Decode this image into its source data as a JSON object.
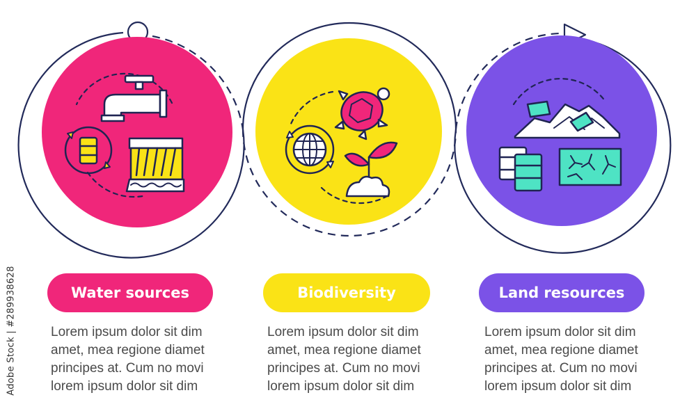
{
  "colors": {
    "water": "#f0267a",
    "biodiversity": "#fae316",
    "land": "#7b52e7",
    "outline": "#222a5a",
    "body_text": "#4a4a4a"
  },
  "steps": [
    {
      "label": "Water sources",
      "icon": "water-sources-icon",
      "color": "#f0267a",
      "text_color": "#ffffff",
      "lines": [
        "Lorem ipsum dolor sit dim",
        "amet, mea regione diamet",
        "principes at. Cum no movi",
        "lorem ipsum dolor sit dim"
      ]
    },
    {
      "label": "Biodiversity",
      "icon": "biodiversity-icon",
      "color": "#fae316",
      "text_color": "#ffffff",
      "lines": [
        "Lorem ipsum dolor sit dim",
        "amet, mea regione diamet",
        "principes at. Cum no movi",
        "lorem ipsum dolor sit dim"
      ]
    },
    {
      "label": "Land resources",
      "icon": "land-resources-icon",
      "color": "#7b52e7",
      "text_color": "#ffffff",
      "lines": [
        "Lorem ipsum dolor sit dim",
        "amet, mea regione diamet",
        "principes at. Cum no movi",
        "lorem ipsum dolor sit dim"
      ]
    }
  ],
  "watermark": "Adobe Stock | #289938628"
}
